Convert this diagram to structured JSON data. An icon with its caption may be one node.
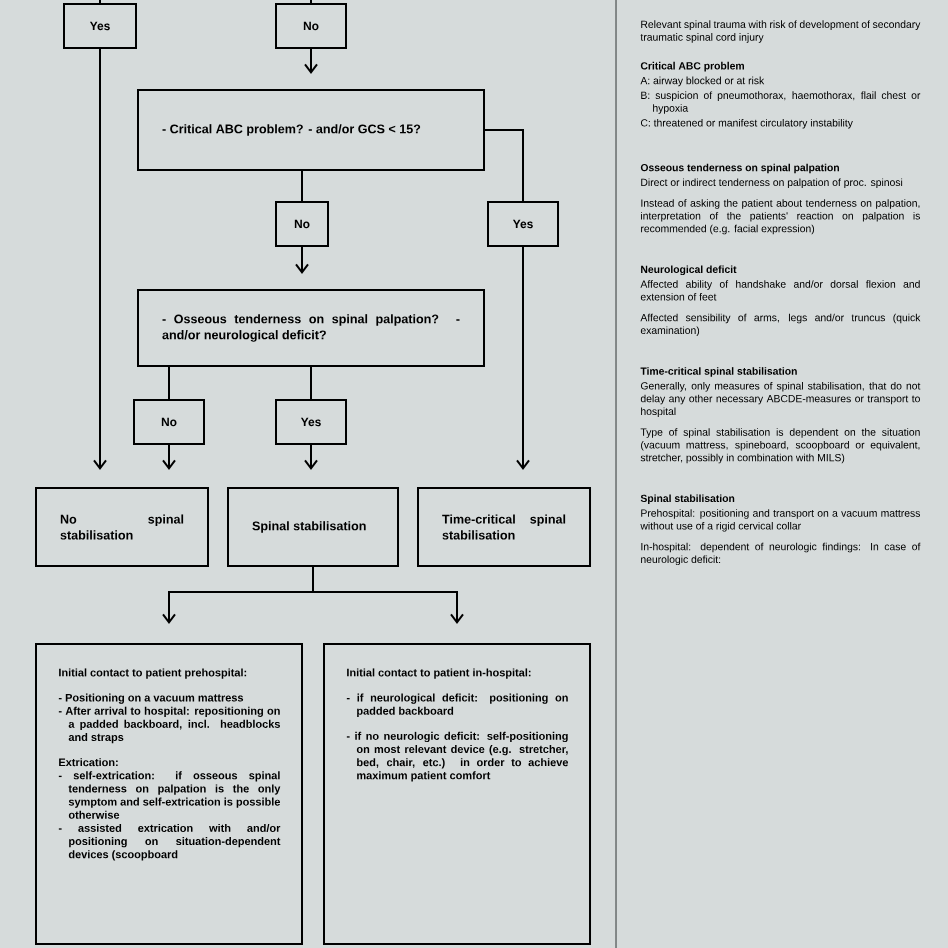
{
  "diagram": {
    "nodes": [
      {
        "text": [
          "Yes"
        ]
      },
      {
        "text": [
          "No"
        ]
      },
      {
        "text": [
          "- Critical ABC problem? - and/or GCS < 15?"
        ]
      },
      {
        "text": [
          "No"
        ]
      },
      {
        "text": [
          "Yes"
        ]
      },
      {
        "text": [
          "- Osseous tenderness on spinal palpation? - and/or neurological deficit?"
        ]
      },
      {
        "text": [
          "No"
        ]
      },
      {
        "text": [
          "Yes"
        ]
      },
      {
        "text": [
          "No spinal stabilisation"
        ]
      },
      {
        "text": [
          "Spinal stabilisation"
        ]
      },
      {
        "text": [
          "Time-critical spinal stabilisation"
        ]
      },
      {
        "text": [
          "Initial contact to patient prehospital:",
          "- Positioning on a vacuum mattress",
          "- After arrival to hospital: repositioning on a padded backboard, incl. headblocks and straps",
          "Extrication:",
          "- self-extrication: if osseous spinal tenderness on palpation is the only symptom and self-extrication is possible otherwise",
          "- assisted extrication with and/or positioning on situation-dependent devices (scoopboard"
        ]
      },
      {
        "text": [
          "Initial contact to patient in-hospital:",
          "- if neurological deficit: positioning on padded backboard",
          "- if no neurologic deficit: self-positioning on most relevant device (e.g. stretcher, bed, chair, etc.) in order to achieve maximum patient comfort"
        ]
      },
      {
        "text": [
          "Relevant spinal trauma with risk of development of secondary traumatic spinal cord injury",
          "Critical ABC problem",
          "A: airway blocked or at risk",
          "B: suspicion of pneumothorax, haemothorax, flail chest or hypoxia",
          "C: threatened or manifest circulatory instability",
          "Osseous tenderness on spinal palpation",
          "Direct or indirect tenderness on palpation of proc. spinosi",
          "Instead of asking the patient about tenderness on palpation, interpretation of the patients' reaction on palpation is recommended (e.g. facial expression)",
          "Neurological deficit",
          "Affected ability of handshake and/or dorsal flexion and extension of feet",
          "Affected sensibility of arms, legs and/or truncus (quick examination)",
          "Time-critical spinal stabilisation",
          "Generally, only measures of spinal stabilisation, that do not delay any other necessary ABCDE-measures or transport to hospital",
          "Type of spinal stabilisation is dependent on the situation (vacuum mattress, spineboard, scoopboard or equivalent, stretcher, possibly in combination with MILS)",
          "Spinal stabilisation",
          "Prehospital: positioning and transport on a vacuum mattress without use of a rigid cervical collar",
          "In-hospital: dependent of neurologic findings: In case of neurologic deficit:"
        ]
      }
    ],
    "edges": [
      {
        "from": null,
        "to": 0,
        "arrow": "none"
      },
      {
        "from": null,
        "to": 1,
        "arrow": "none"
      },
      {
        "from": 1,
        "to": 2,
        "arrow": "to"
      },
      {
        "from": 2,
        "to": 3,
        "arrow": "none"
      },
      {
        "from": 2,
        "to": 4,
        "arrow": "none"
      },
      {
        "from": 3,
        "to": 5,
        "arrow": "to"
      },
      {
        "from": 5,
        "to": 6,
        "arrow": "none"
      },
      {
        "from": 5,
        "to": 7,
        "arrow": "none"
      },
      {
        "from": 0,
        "to": 8,
        "arrow": "to"
      },
      {
        "from": 6,
        "to": 8,
        "arrow": "to"
      },
      {
        "from": 7,
        "to": 9,
        "arrow": "to"
      },
      {
        "from": 4,
        "to": 10,
        "arrow": "to"
      },
      {
        "from": 9,
        "to": 11,
        "arrow": "to"
      },
      {
        "from": 9,
        "to": 12,
        "arrow": "to"
      }
    ]
  }
}
